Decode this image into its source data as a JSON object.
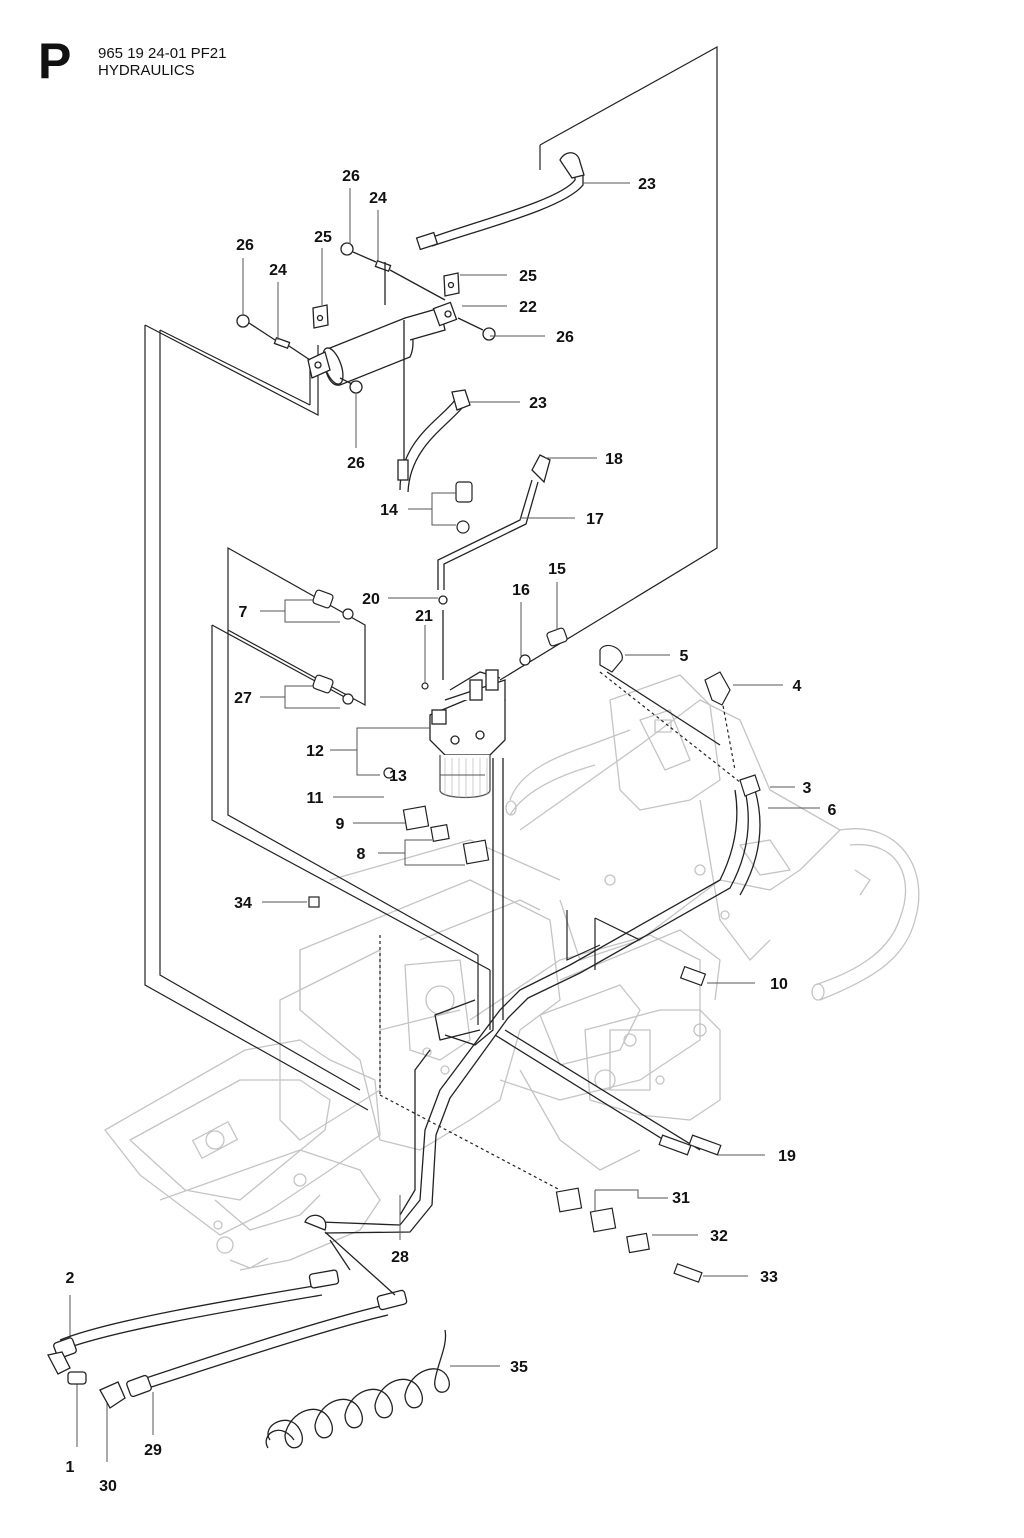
{
  "header": {
    "section_letter": "P",
    "document_number": "965 19 24-01 PF21",
    "title": "HYDRAULICS"
  },
  "callouts": [
    {
      "id": "c1",
      "label": "1"
    },
    {
      "id": "c2",
      "label": "2"
    },
    {
      "id": "c3",
      "label": "3"
    },
    {
      "id": "c4",
      "label": "4"
    },
    {
      "id": "c5",
      "label": "5"
    },
    {
      "id": "c6",
      "label": "6"
    },
    {
      "id": "c7",
      "label": "7"
    },
    {
      "id": "c8",
      "label": "8"
    },
    {
      "id": "c9",
      "label": "9"
    },
    {
      "id": "c10",
      "label": "10"
    },
    {
      "id": "c11",
      "label": "11"
    },
    {
      "id": "c12",
      "label": "12"
    },
    {
      "id": "c13",
      "label": "13"
    },
    {
      "id": "c14",
      "label": "14"
    },
    {
      "id": "c15",
      "label": "15"
    },
    {
      "id": "c16",
      "label": "16"
    },
    {
      "id": "c17",
      "label": "17"
    },
    {
      "id": "c18",
      "label": "18"
    },
    {
      "id": "c19",
      "label": "19"
    },
    {
      "id": "c20",
      "label": "20"
    },
    {
      "id": "c21",
      "label": "21"
    },
    {
      "id": "c22",
      "label": "22"
    },
    {
      "id": "c23a",
      "label": "23"
    },
    {
      "id": "c23b",
      "label": "23"
    },
    {
      "id": "c24a",
      "label": "24"
    },
    {
      "id": "c24b",
      "label": "24"
    },
    {
      "id": "c25a",
      "label": "25"
    },
    {
      "id": "c25b",
      "label": "25"
    },
    {
      "id": "c26a",
      "label": "26"
    },
    {
      "id": "c26b",
      "label": "26"
    },
    {
      "id": "c26c",
      "label": "26"
    },
    {
      "id": "c26d",
      "label": "26"
    },
    {
      "id": "c27",
      "label": "27"
    },
    {
      "id": "c28",
      "label": "28"
    },
    {
      "id": "c29",
      "label": "29"
    },
    {
      "id": "c30",
      "label": "30"
    },
    {
      "id": "c31",
      "label": "31"
    },
    {
      "id": "c32",
      "label": "32"
    },
    {
      "id": "c33",
      "label": "33"
    },
    {
      "id": "c34",
      "label": "34"
    },
    {
      "id": "c35",
      "label": "35"
    }
  ]
}
